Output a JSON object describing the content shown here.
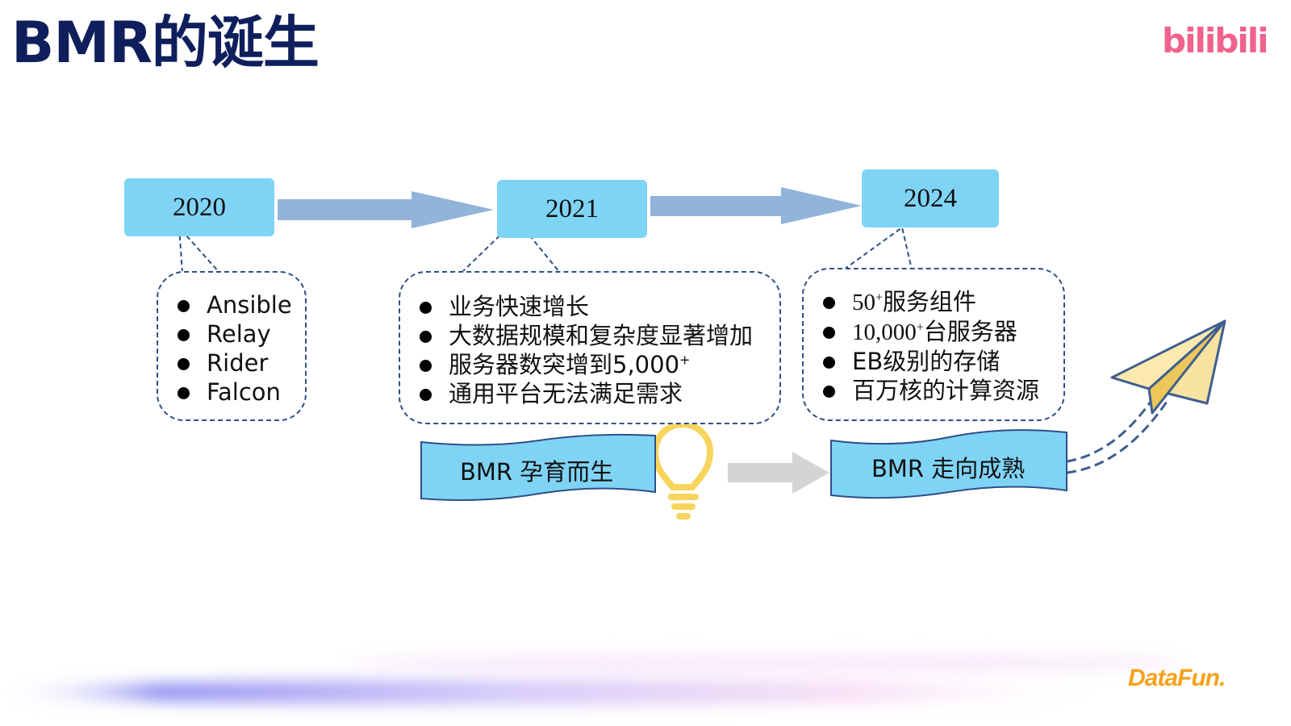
{
  "slide": {
    "title": "BMR的诞生",
    "logo_text": "bilibili",
    "footer_logo_text": "DataFun."
  },
  "timeline": [
    {
      "year": "2020",
      "items": [
        "Ansible",
        "Relay",
        "Rider",
        "Falcon"
      ]
    },
    {
      "year": "2021",
      "items": [
        {
          "text": "业务快速增长"
        },
        {
          "text": "大数据规模和复杂度显著增加"
        },
        {
          "text": "服务器数突增到5,000",
          "sup": "+"
        },
        {
          "text": "通用平台无法满足需求"
        }
      ]
    },
    {
      "year": "2024",
      "items": [
        {
          "pre": "50",
          "sup": "+",
          "text": "服务组件"
        },
        {
          "pre": "10,000",
          "sup": "+",
          "text": "台服务器"
        },
        {
          "text": "EB级别的存储"
        },
        {
          "text": "百万核的计算资源"
        }
      ]
    }
  ],
  "banners": {
    "born": "BMR 孕育而生",
    "mature": "BMR 走向成熟"
  },
  "icons": [
    "lightbulb-icon",
    "paper-plane-icon",
    "arrow-right-icon"
  ],
  "colors": {
    "title": "#0f1f5c",
    "year_box": "#7fd4f6",
    "arrow_blue": "#92b4da",
    "arrow_gray": "#d4d4d4",
    "callout_border": "#2e4f86",
    "bulb": "#f7d45c",
    "plane": "#f5d77a",
    "bilibili": "#f0628c",
    "datafun": "#f5a21a"
  }
}
